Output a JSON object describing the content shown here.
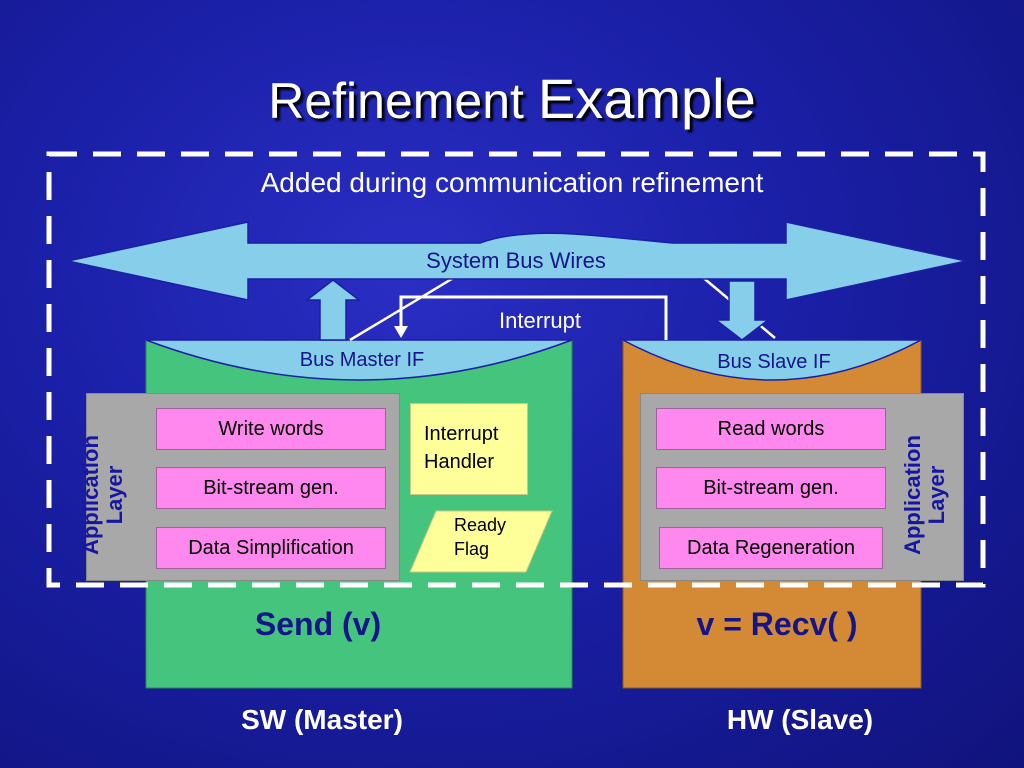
{
  "title": {
    "part1": "Refinement",
    "part2": "Example"
  },
  "subtitle": "Added during communication refinement",
  "bus": {
    "label": "System Bus Wires"
  },
  "interrupt_label": "Interrupt",
  "master": {
    "if_label": "Bus Master IF",
    "app_layer_line1": "Application",
    "app_layer_line2": "Layer",
    "boxes": [
      "Write words",
      "Bit-stream gen.",
      "Data Simplification"
    ],
    "interrupt_handler_line1": "Interrupt",
    "interrupt_handler_line2": "Handler",
    "ready_flag_line1": "Ready",
    "ready_flag_line2": "Flag",
    "call": "Send (v)",
    "caption": "SW (Master)"
  },
  "slave": {
    "if_label": "Bus Slave IF",
    "app_layer_line1": "Application",
    "app_layer_line2": "Layer",
    "boxes": [
      "Read words",
      "Bit-stream gen.",
      "Data Regeneration"
    ],
    "call": "v = Recv( )",
    "caption": "HW (Slave)"
  },
  "colors": {
    "background": "#1a1fa6",
    "master_block": "#44c47c",
    "slave_block": "#d48a34",
    "bus": "#87ceeb",
    "app_layer": "#a8a8a8",
    "process_box": "#ff88ee",
    "handler": "#ffff99",
    "label_dark": "#15158a"
  }
}
